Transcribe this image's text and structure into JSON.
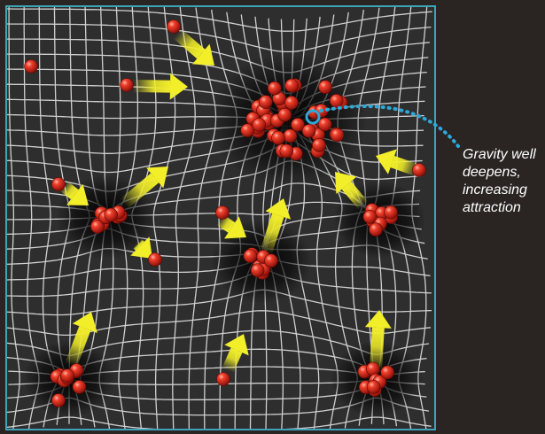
{
  "annotation": {
    "lines": [
      "Gravity well",
      "deepens,",
      "increasing",
      "attraction"
    ]
  },
  "colors": {
    "background": "#2a2523",
    "panel": "#2e2e2e",
    "panel_border": "#3fa3b8",
    "grid_line": "#cfcfcf",
    "particle": "#e8201a",
    "arrow": "#f2ee2a",
    "marker_ring": "#2fa8d8",
    "dotted_leader": "#2fa8d8"
  },
  "figure": {
    "description_terms": [
      "particle",
      "cluster",
      "arrow",
      "gravity well"
    ]
  }
}
